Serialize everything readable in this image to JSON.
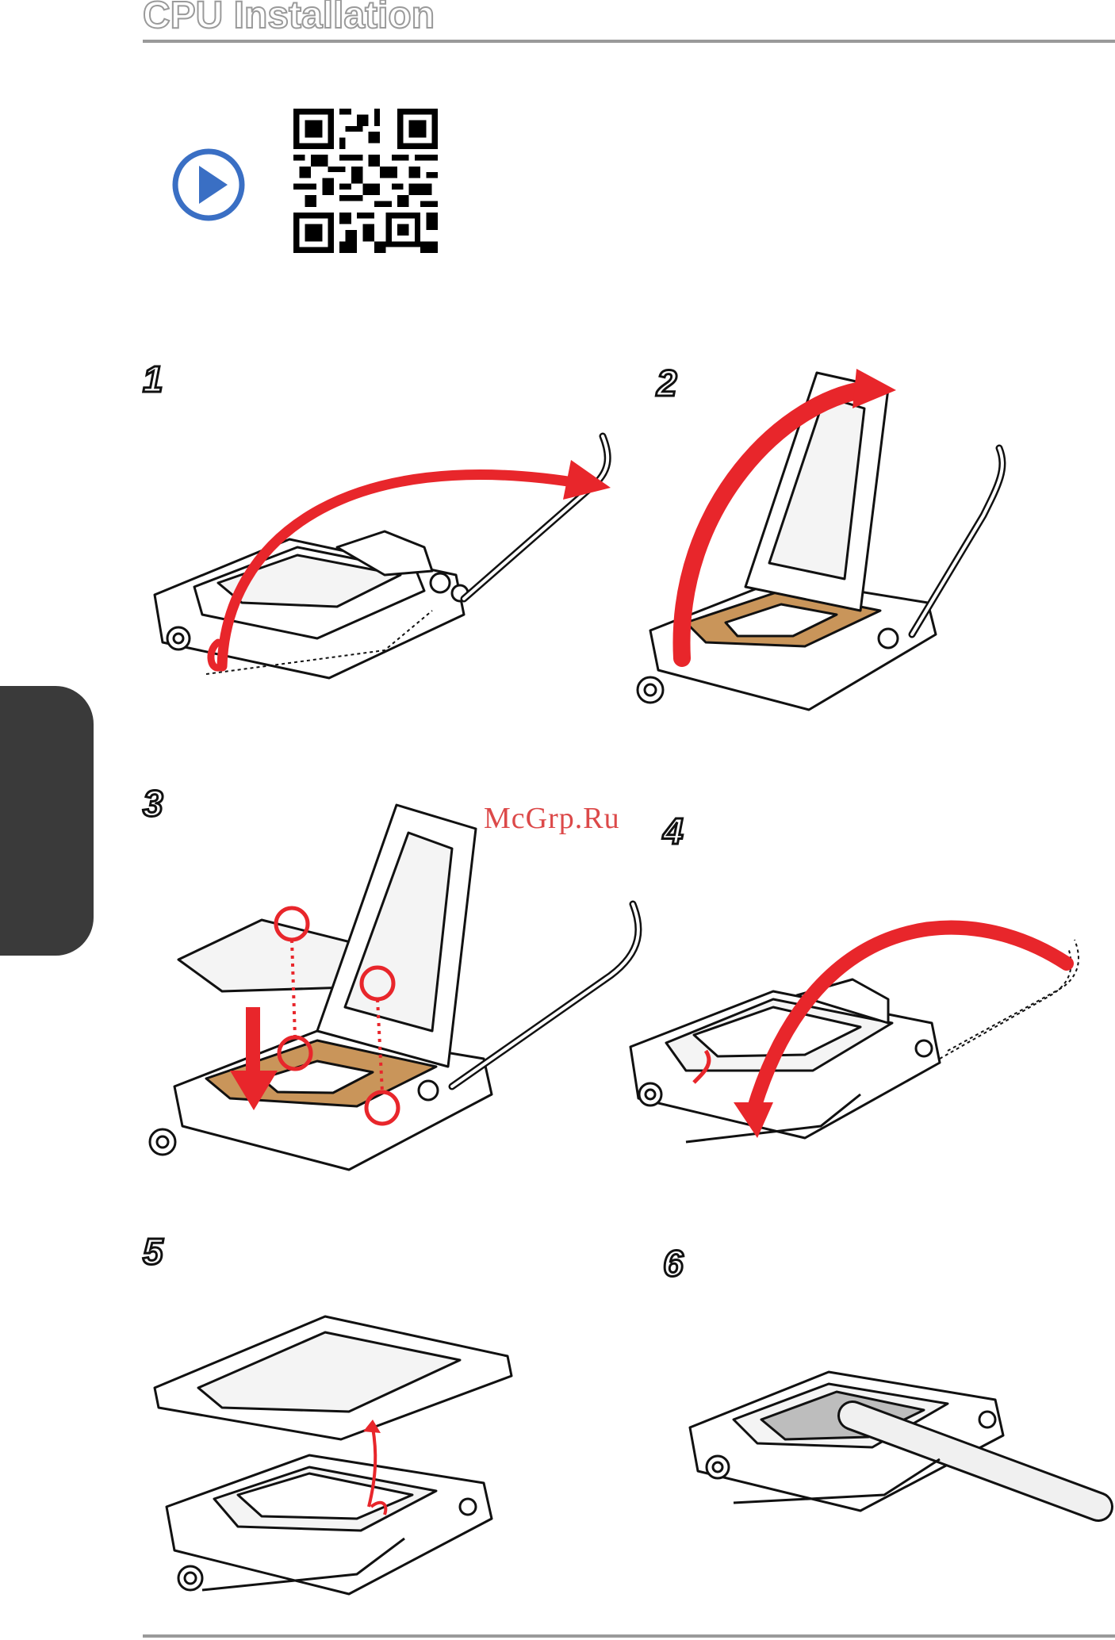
{
  "header": {
    "title": "CPU Installation"
  },
  "video_link": {
    "icon": "play-icon"
  },
  "qr": {
    "icon": "qr-code"
  },
  "watermark": "McGrp.Ru",
  "steps": [
    {
      "number": "1"
    },
    {
      "number": "2"
    },
    {
      "number": "3"
    },
    {
      "number": "4"
    },
    {
      "number": "5"
    },
    {
      "number": "6"
    }
  ],
  "colors": {
    "accent_red": "#e8262b",
    "socket_tan": "#c9955a",
    "rule_gray": "#9a9a9a",
    "tab_dark": "#3a3a3a",
    "play_blue": "#3a6fc4"
  }
}
